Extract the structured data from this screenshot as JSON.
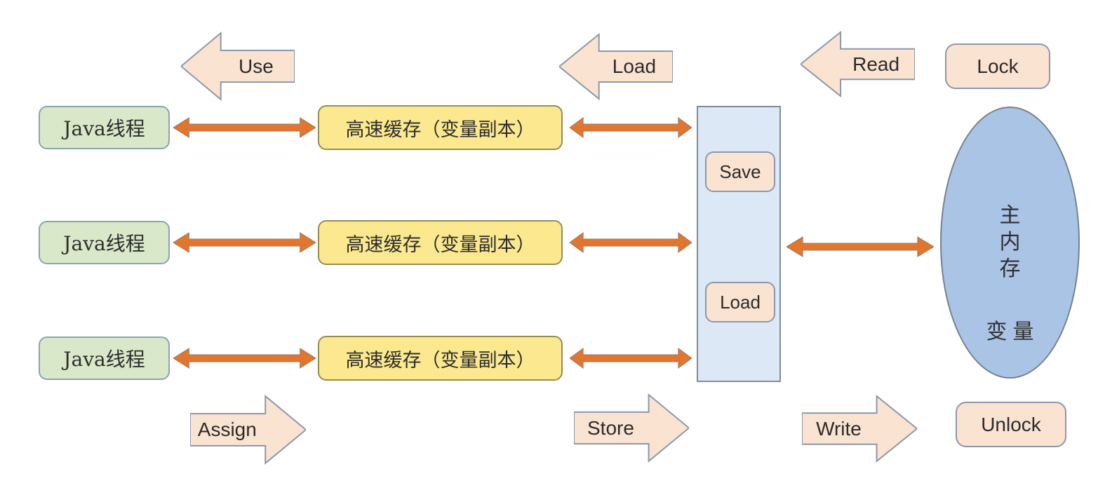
{
  "diagram": {
    "thread_boxes": [
      {
        "label": "Java线程"
      },
      {
        "label": "Java线程"
      },
      {
        "label": "Java线程"
      }
    ],
    "cache_boxes": [
      {
        "label": "高速缓存（变量副本）"
      },
      {
        "label": "高速缓存（变量副本）"
      },
      {
        "label": "高速缓存（变量副本）"
      }
    ],
    "transfer_panel": {
      "save_label": "Save",
      "load_label": "Load"
    },
    "main_memory": {
      "label": "主内存",
      "label_chars": [
        "主",
        "内",
        "存"
      ],
      "variable_label": "变量"
    },
    "operation_arrows": {
      "use": {
        "label": "Use",
        "direction": "left"
      },
      "load": {
        "label": "Load",
        "direction": "left"
      },
      "read": {
        "label": "Read",
        "direction": "left"
      },
      "assign": {
        "label": "Assign",
        "direction": "right"
      },
      "store": {
        "label": "Store",
        "direction": "right"
      },
      "write": {
        "label": "Write",
        "direction": "right"
      }
    },
    "lock_badge": {
      "label": "Lock"
    },
    "unlock_badge": {
      "label": "Unlock"
    },
    "colors": {
      "thread_fill": "#d9e8c8",
      "thread_border": "#8da3b0",
      "cache_fill": "#fce98f",
      "cache_border": "#948d55",
      "arrow_fill": "#fbe3d1",
      "arrow_border": "#8b98ab",
      "orange_arrow": "#e1762f",
      "orange_arrow_border": "#9a7a6a",
      "panel_fill": "#dce8f5",
      "panel_border": "#7d8c9c",
      "memory_fill": "#aac4e6",
      "memory_border": "#75808f"
    }
  }
}
